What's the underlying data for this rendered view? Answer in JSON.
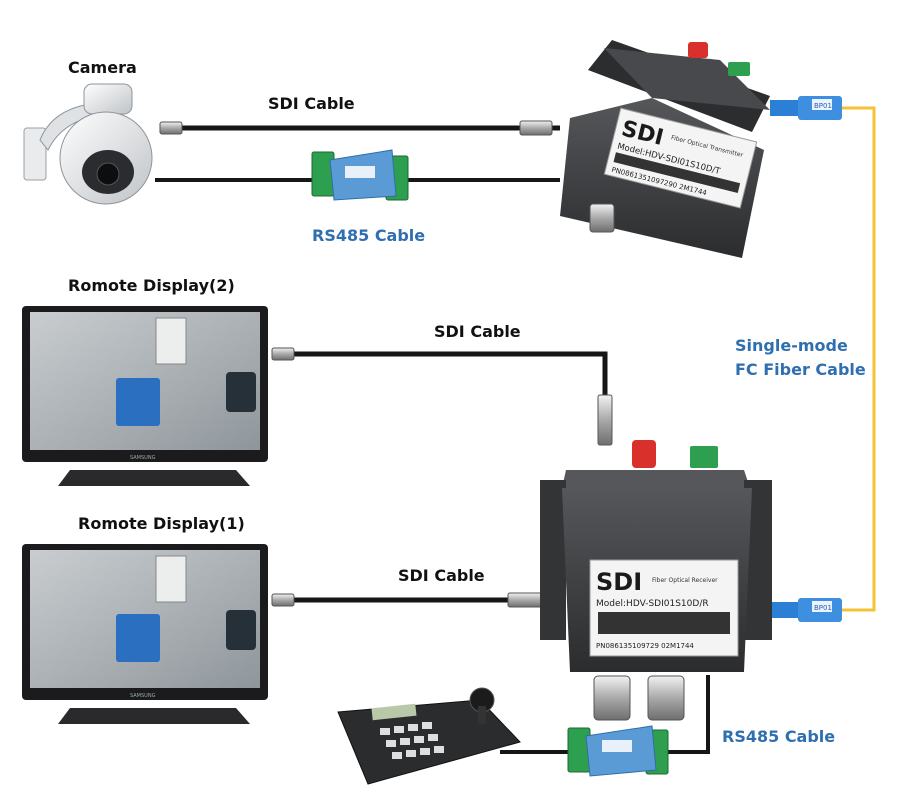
{
  "labels": {
    "camera": "Camera",
    "sdi_top": "SDI Cable",
    "rs485_top": "RS485 Cable",
    "display2": "Romote Display(2)",
    "sdi_mid": "SDI Cable",
    "fiber_line1": "Single-mode",
    "fiber_line2": "FC Fiber Cable",
    "display1": "Romote Display(1)",
    "sdi_low": "SDI Cable",
    "rs485_bottom": "RS485 Cable"
  },
  "transmitter": {
    "brand": "SDI",
    "type": "Fiber Optical Transmitter",
    "model": "Model:HDV-SDI01S10D/T",
    "pn": "PN0861351097290 2M1744"
  },
  "receiver": {
    "brand": "SDI",
    "type": "Fiber Optical Receiver",
    "model": "Model:HDV-SDI01S10D/R",
    "pn": "PN086135109729 02M1744"
  },
  "fiber_connector_label": "BP01",
  "monitor_brand": "SAMSUNG",
  "colors": {
    "label_blue": "#2f6fb0",
    "fiber_yellow": "#f4c233",
    "connector_blue": "#2b7fd4",
    "device_body": "#3a3b3d",
    "rs485_module": "#5b9bd5",
    "terminal_green": "#2e9e4f"
  }
}
